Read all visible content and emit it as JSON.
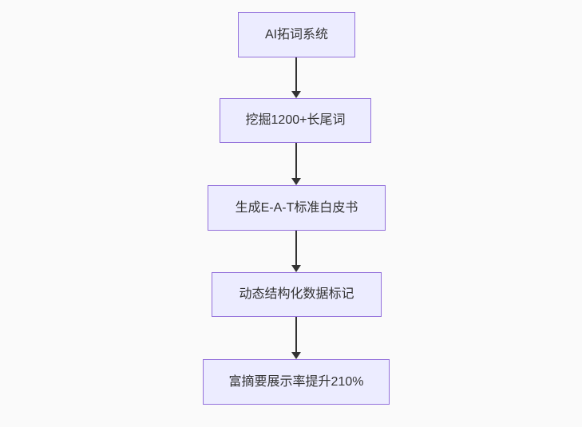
{
  "flowchart": {
    "type": "flowchart",
    "direction": "top-down",
    "nodes": [
      {
        "id": "node-1",
        "label": "AI拓词系统"
      },
      {
        "id": "node-2",
        "label": "挖掘1200+长尾词"
      },
      {
        "id": "node-3",
        "label": "生成E-A-T标准白皮书"
      },
      {
        "id": "node-4",
        "label": "动态结构化数据标记"
      },
      {
        "id": "node-5",
        "label": "富摘要展示率提升210%"
      }
    ],
    "edges": [
      {
        "from": "node-1",
        "to": "node-2",
        "label": "",
        "arrow": "down"
      },
      {
        "from": "node-2",
        "to": "node-3",
        "label": "",
        "arrow": "down"
      },
      {
        "from": "node-3",
        "to": "node-4",
        "label": "",
        "arrow": "down"
      },
      {
        "from": "node-4",
        "to": "node-5",
        "label": "",
        "arrow": "down"
      }
    ],
    "colors": {
      "node_fill": "#ECECFF",
      "node_border": "#9370DB",
      "arrow": "#333333",
      "text": "#333333",
      "background": "#FAFAFA"
    }
  }
}
